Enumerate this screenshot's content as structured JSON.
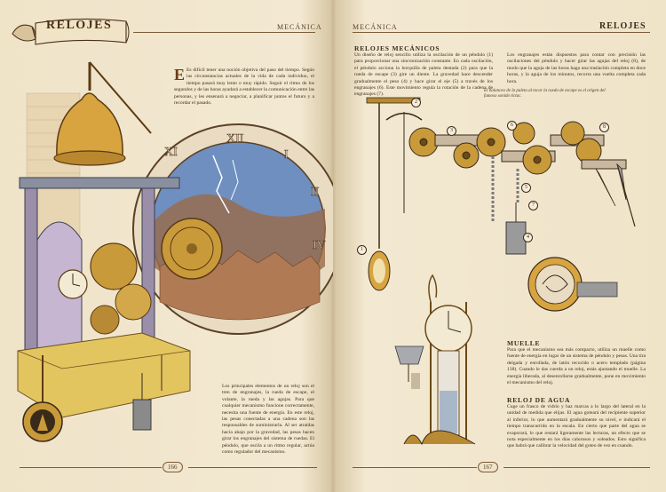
{
  "left_page": {
    "banner_title": "RELOJES",
    "header_section": "MECÁNICA",
    "intro_text": "Es difícil tener una noción objetiva del paso del tiempo. Según las circunstancias actuales de la vida de cada individuo, el tiempo pasará muy lento o muy rápido. Seguir el ritmo de los segundos y de las horas ayudará a establecer la comunicación entre las personas, y les ensenará a negociar, a planificar juntos el futuro y a recordar el pasado.",
    "dropcap": "E",
    "bottom_text": "Los principales elementos de un reloj son el tren de engranajes, la rueda de escape, el volante, la rueda y las agujas. Para que cualquier mecanismo funcione correctamente, necesita una fuente de energía. En este reloj, las pesas conectadas a una cadena son las responsables de suministrarla. Al ser atraídas hacia abajo por la gravedad, las pesas hacen girar los engranajes del sistema de ruedas. El péndulo, que oscila a un ritmo regular, actúa como regulador del mecanismo.",
    "page_number": "166"
  },
  "right_page": {
    "header_section": "MECÁNICA",
    "header_title": "RELOJES",
    "section1_title": "RELOJES MECÁNICOS",
    "section1_text": "Un diseño de reloj sencillo utiliza la oscilación de un péndulo (1) para proporcionar una sincronización constante. En cada oscilación, el péndulo acciona la horquilla de paleta dentada (2) para que la rueda de escape (3) gire un diente. La gravedad hace descender gradualmente el peso (4) y hace girar el eje (5) a través de los engranajes (6). Este movimiento regula la rotación de la cadena de engranajes (7).",
    "section1_text2": "Los engranajes están dispuestos para contar con precisión las oscilaciones del péndulo y hacer girar las agujas del reloj (8), de modo que la aguja de las horas haga una traslación completa en doce horas, y la aguja de los minutos, recorra una vuelta completa cada hora.",
    "caption": "El balanceo de la paleta al tocar la rueda de escape es el origen del famoso sonido tictac.",
    "section2_title": "MUELLE",
    "section2_text": "Para que el mecanismo sea más compacto, utiliza un muelle como fuente de energía en lugar de un sistema de péndulo y pesas. Una tira delgada y enrollada, de latón recocido o acero templado (página 138). Cuando le das cuerda a un reloj, estás ajustando el muelle. La energía liberada, al desenrollarse gradualmente, pone en movimiento el mecanismo del reloj.",
    "section3_title": "RELOJ DE AGUA",
    "section3_text": "Cuge un frasco de vidrio y haz marcas a lo largo del lateral en la unidad de medida que elijas. El agua goteará del recipiente superior al inferior, lo que aumentará gradualmente su nivel, e indicará el tiempo transcurrido en la escala. En cierto que parte del agua se evaporará, lo que restará ligeramente las lecturas, un efecto que se nota especialmente en los días calurosos y soleados. Esto significa que habrá que calibrar la velocidad del goteo de vez en cuando.",
    "page_number": "167",
    "labels": [
      "1",
      "2",
      "3",
      "4",
      "5",
      "6",
      "7",
      "8"
    ]
  },
  "colors": {
    "paper": "#efe3c8",
    "ink": "#3a2a1a",
    "brass": "#c99a3a",
    "sky": "#5d79a6"
  }
}
